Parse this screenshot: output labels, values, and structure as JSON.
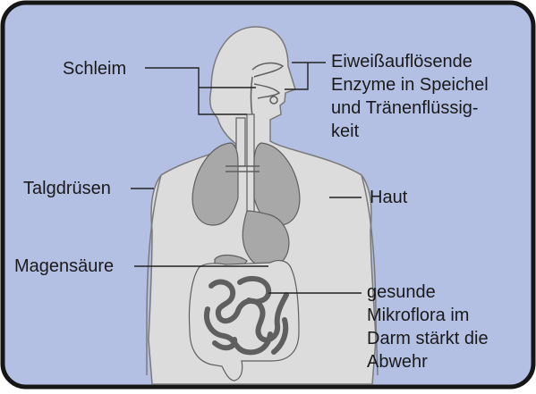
{
  "colors": {
    "background": "#b3c0e3",
    "frame": "#161616",
    "body_fill": "#dcdcdc",
    "body_outline": "#7a7a7a",
    "organ_fill": "#a8a8a8",
    "organ_outline": "#5f5f5f",
    "leader_line": "#222222"
  },
  "labels": {
    "schleim": "Schleim",
    "enzyme": "Eiweißauflösende\nEnzyme in Speichel\nund Tränenflüssig-\nkeit",
    "talgdruesen": "Talgdrüsen",
    "haut": "Haut",
    "magensaeure": "Magensäure",
    "mikroflora": "gesunde\nMikroflora im\nDarm stärkt die\nAbwehr"
  }
}
